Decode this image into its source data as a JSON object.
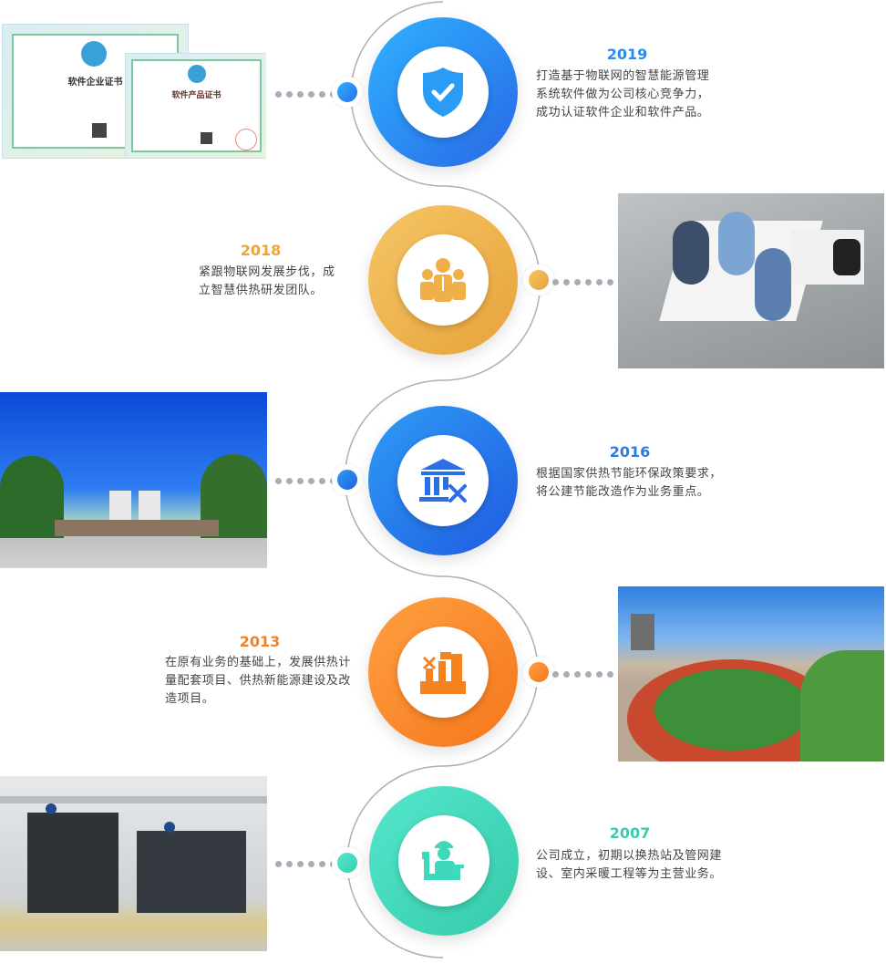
{
  "timeline": [
    {
      "year": "2019",
      "lines": [
        "打造基于物联网的智慧能源管理",
        "系统软件做为公司核心竞争力，",
        "成功认证软件企业和软件产品。"
      ],
      "color": "#2a8af0",
      "icon": "shield-check-icon",
      "image": "software-certificates",
      "cert_titles": [
        "软件企业证书",
        "软件产品证书"
      ]
    },
    {
      "year": "2018",
      "lines": [
        "紧跟物联网发展步伐，成",
        "立智慧供热研发团队。"
      ],
      "color": "#eea536",
      "icon": "team-icon",
      "image": "team-meeting-photo"
    },
    {
      "year": "2016",
      "lines": [
        "根据国家供热节能环保政策要求，",
        "将公建节能改造作为业务重点。"
      ],
      "color": "#2a7ae8",
      "icon": "building-tools-icon",
      "image": "campus-building-photo"
    },
    {
      "year": "2013",
      "lines": [
        "在原有业务的基础上，发展供热计",
        "量配套项目、供热新能源建设及改",
        "造项目。"
      ],
      "color": "#f5821f",
      "icon": "energy-factory-icon",
      "image": "sports-field-photo"
    },
    {
      "year": "2007",
      "lines": [
        "公司成立，初期以换热站及管网建",
        "设、室内采暖工程等为主营业务。"
      ],
      "color": "#38cdb0",
      "icon": "pipe-worker-icon",
      "image": "heat-exchange-station-photo"
    }
  ]
}
